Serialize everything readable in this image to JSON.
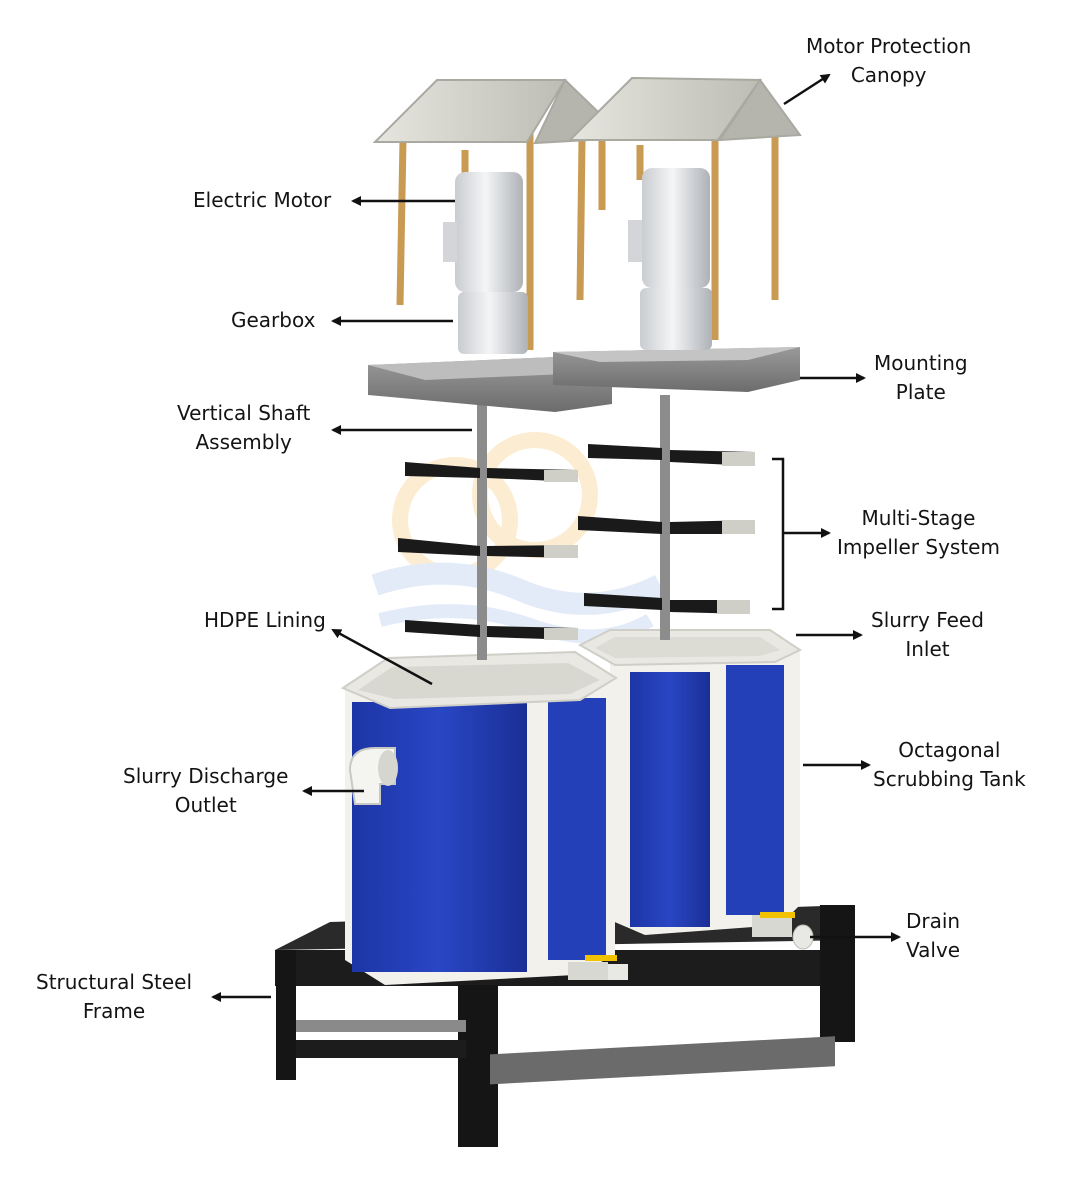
{
  "labels": {
    "motor_protection_canopy": [
      "Motor Protection",
      "Canopy"
    ],
    "electric_motor": [
      "Electric Motor"
    ],
    "gearbox": [
      "Gearbox"
    ],
    "mounting_plate": [
      "Mounting",
      "Plate"
    ],
    "vertical_shaft_assembly": [
      "Vertical Shaft",
      "Assembly"
    ],
    "multi_stage_impeller_system": [
      "Multi-Stage",
      "Impeller System"
    ],
    "hdpe_lining": [
      "HDPE Lining"
    ],
    "slurry_feed_inlet": [
      "Slurry Feed",
      "Inlet"
    ],
    "slurry_discharge_outlet": [
      "Slurry Discharge",
      "Outlet"
    ],
    "octagonal_scrubbing_tank": [
      "Octagonal",
      "Scrubbing Tank"
    ],
    "drain_valve": [
      "Drain",
      "Valve"
    ],
    "structural_steel_frame": [
      "Structural Steel",
      "Frame"
    ]
  },
  "colors": {
    "tank_blue": "#2340b8",
    "tank_trim": "#f2f1ec",
    "frame_black": "#1c1c1c",
    "canopy_roof": "#d9d9d2",
    "canopy_post": "#c89a52",
    "motor_grey": "#e4e6e8",
    "blade_black": "#1a1a1a",
    "valve_yellow": "#f2c200",
    "arrow": "#111111"
  }
}
